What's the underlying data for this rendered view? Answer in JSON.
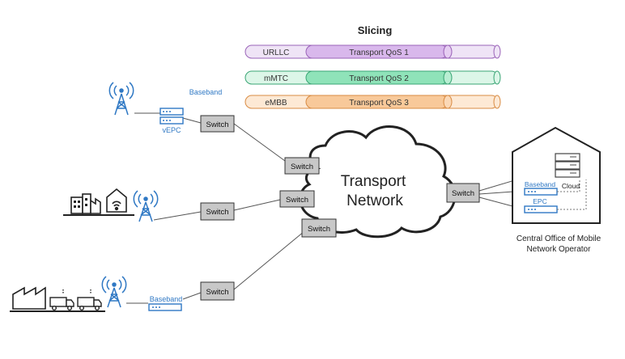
{
  "slicing": {
    "title": "Slicing",
    "slices": [
      {
        "name": "URLLC",
        "qos": "Transport QoS 1",
        "color": "#d9b8ec",
        "edge": "#9a63b8"
      },
      {
        "name": "mMTC",
        "qos": "Transport QoS 2",
        "color": "#8fe3b9",
        "edge": "#3aa575"
      },
      {
        "name": "eMBB",
        "qos": "Transport QoS 3",
        "color": "#f8c99a",
        "edge": "#d98c44"
      }
    ]
  },
  "cloud_label": {
    "line1": "Transport",
    "line2": "Network"
  },
  "switch_label": "Switch",
  "baseband_label": "Baseband",
  "vepc_label": "vEPC",
  "epc_label": "EPC",
  "cloud_text": "Cloud",
  "central_office": {
    "line1": "Central Office of Mobile",
    "line2": "Network Operator"
  },
  "colors": {
    "accent_blue": "#2f78c4",
    "switch_fill": "#c8c8c8",
    "line": "#555555"
  }
}
